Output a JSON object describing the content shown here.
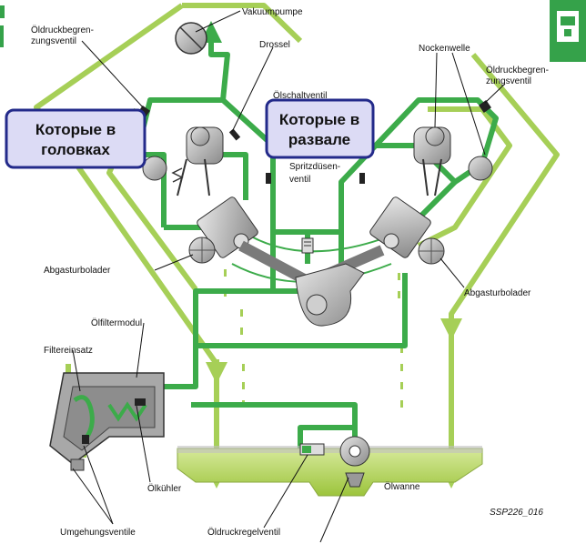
{
  "labels": {
    "vakuumpumpe": "Vakuumpumpe",
    "oeldruckbegrenzungsventil_left_1": "Öldruckbegren-",
    "oeldruckbegrenzungsventil_left_2": "zungsventil",
    "drossel": "Drossel",
    "oelschaltventil": "Ölschaltventil",
    "nockenwelle": "Nockenwelle",
    "oeldruckbegrenzungsventil_right_1": "Öldruckbegren-",
    "oeldruckbegrenzungsventil_right_2": "zungsventil",
    "spritzduesen_1": "Spritzdüsen-",
    "spritzduesen_2": "ventil",
    "abgasturbolader_left": "Abgasturbolader",
    "abgasturbolader_right": "Abgasturbolader",
    "oelfiltermodul": "Ölfiltermodul",
    "filtereinsatz": "Filtereinsatz",
    "oelkuehler": "Ölkühler",
    "umgehungsventile": "Umgehungsventile",
    "oelwanne": "Ölwanne",
    "oeldruckregelventil": "Öldruckregelventil",
    "figure_code": "SSP226_016"
  },
  "callouts": {
    "left_line1": "Которые в",
    "left_line2": "головках",
    "middle_line1": "Которые в",
    "middle_line2": "развале"
  },
  "colors": {
    "dark_green": "#3cab4a",
    "light_green": "#a6cf57",
    "callout_fill": "#dcdbf5",
    "callout_border": "#232a8a",
    "metal": "#b8b8b8"
  },
  "icons": {
    "corner_icon": "oil-can-icon"
  }
}
